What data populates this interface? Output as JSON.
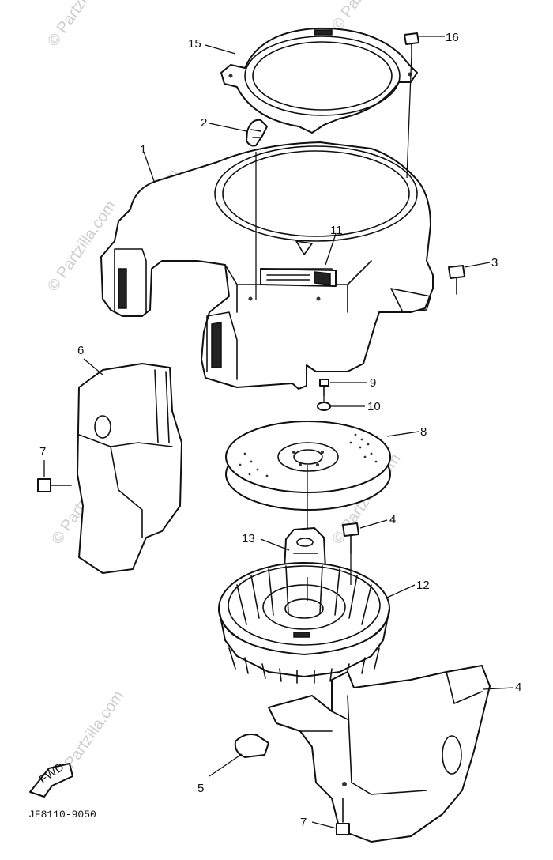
{
  "diagram": {
    "drawing_code": "JF8110-9050",
    "fwd_label": "FWD",
    "watermark": "© Partzilla.com",
    "callouts": {
      "p1": "1",
      "p2": "2",
      "p3": "3",
      "p4a": "4",
      "p4b": "4",
      "p5": "5",
      "p6": "6",
      "p7a": "7",
      "p7b": "7",
      "p8": "8",
      "p9": "9",
      "p10": "10",
      "p11": "11",
      "p12": "12",
      "p13": "13",
      "p15": "15",
      "p16": "16"
    }
  }
}
